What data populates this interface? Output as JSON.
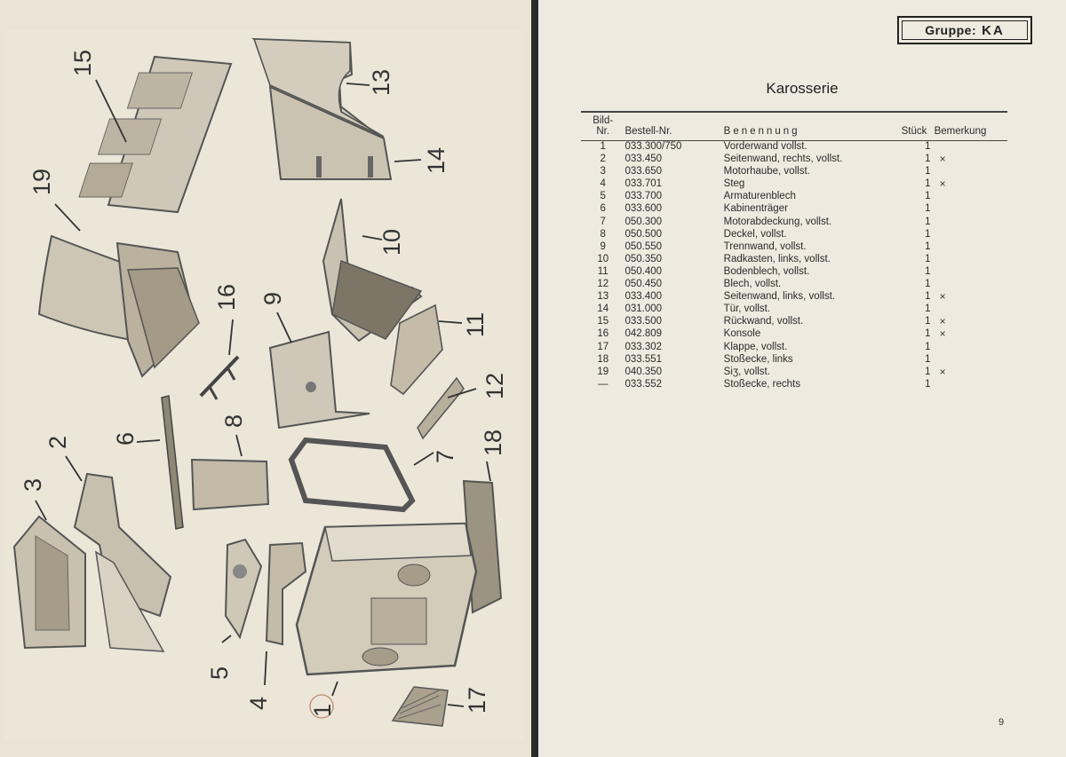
{
  "group": {
    "label": "Gruppe:",
    "code": "KA"
  },
  "title": "Karosserie",
  "table": {
    "headers": {
      "bild_line1": "Bild-",
      "bild_line2": "Nr.",
      "bestell": "Bestell-Nr.",
      "benennung": "Benennung",
      "stueck": "Stück",
      "bemerkung": "Bemerkung"
    },
    "rows": [
      {
        "bild": "1",
        "nr": "033.300/750",
        "name": "Vorderwand vollst.",
        "qty": "1",
        "mark": ""
      },
      {
        "bild": "2",
        "nr": "033.450",
        "name": "Seitenwand, rechts, vollst.",
        "qty": "1",
        "mark": "×"
      },
      {
        "bild": "3",
        "nr": "033.650",
        "name": "Motorhaube, vollst.",
        "qty": "1",
        "mark": ""
      },
      {
        "bild": "4",
        "nr": "033.701",
        "name": "Steg",
        "qty": "1",
        "mark": "×"
      },
      {
        "bild": "5",
        "nr": "033.700",
        "name": "Armaturenblech",
        "qty": "1",
        "mark": ""
      },
      {
        "bild": "6",
        "nr": "033.600",
        "name": "Kabinenträger",
        "qty": "1",
        "mark": ""
      },
      {
        "bild": "7",
        "nr": "050.300",
        "name": "Motorabdeckung, vollst.",
        "qty": "1",
        "mark": ""
      },
      {
        "bild": "8",
        "nr": "050.500",
        "name": "Deckel, vollst.",
        "qty": "1",
        "mark": ""
      },
      {
        "bild": "9",
        "nr": "050.550",
        "name": "Trennwand, vollst.",
        "qty": "1",
        "mark": ""
      },
      {
        "bild": "10",
        "nr": "050.350",
        "name": "Radkasten, links, vollst.",
        "qty": "1",
        "mark": ""
      },
      {
        "bild": "11",
        "nr": "050.400",
        "name": "Bodenblech, vollst.",
        "qty": "1",
        "mark": ""
      },
      {
        "bild": "12",
        "nr": "050.450",
        "name": "Blech, vollst.",
        "qty": "1",
        "mark": ""
      },
      {
        "bild": "13",
        "nr": "033.400",
        "name": "Seitenwand, links, vollst.",
        "qty": "1",
        "mark": "×"
      },
      {
        "bild": "14",
        "nr": "031.000",
        "name": "Tür, vollst.",
        "qty": "1",
        "mark": ""
      },
      {
        "bild": "15",
        "nr": "033.500",
        "name": "Rückwand, vollst.",
        "qty": "1",
        "mark": "×"
      },
      {
        "bild": "16",
        "nr": "042.809",
        "name": "Konsole",
        "qty": "1",
        "mark": "×"
      },
      {
        "bild": "17",
        "nr": "033.302",
        "name": "Klappe, vollst.",
        "qty": "1",
        "mark": ""
      },
      {
        "bild": "18",
        "nr": "033.551",
        "name": "Stoßecke, links",
        "qty": "1",
        "mark": ""
      },
      {
        "bild": "19",
        "nr": "040.350",
        "name": "Siʒ, vollst.",
        "qty": "1",
        "mark": "×"
      },
      {
        "bild": "—",
        "nr": "033.552",
        "name": "Stoßecke, rechts",
        "qty": "1",
        "mark": ""
      }
    ]
  },
  "page_number": "9",
  "figure_callouts": [
    "15",
    "13",
    "14",
    "19",
    "10",
    "16",
    "9",
    "11",
    "12",
    "6",
    "8",
    "2",
    "3",
    "7",
    "18",
    "5",
    "4",
    "1",
    "17"
  ]
}
